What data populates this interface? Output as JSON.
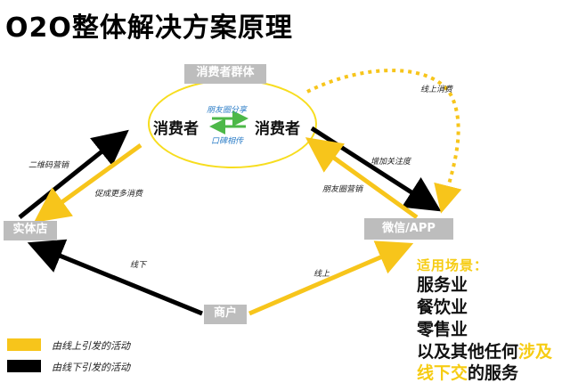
{
  "title": "O2O整体解决方案原理",
  "nodes": {
    "consumer_group": "消费者群体",
    "consumer_left": "消费者",
    "consumer_right": "消费者",
    "physical_store": "实体店",
    "wechat_app": "微信/APP",
    "merchant": "商户"
  },
  "edge_labels": {
    "moments_share": "朋友圈分享",
    "word_of_mouth": "口碑相传",
    "qr_marketing": "二维码营销",
    "promote_spending": "促成更多消费",
    "online_spending": "线上消费",
    "increase_attention": "增加关注度",
    "moments_marketing": "朋友圈营销",
    "offline": "线下",
    "online": "线上"
  },
  "applies": {
    "heading": "适用场景：",
    "items": [
      "服务业",
      "餐饮业",
      "零售业"
    ],
    "line4_a": "以及其他任何",
    "line4_b": "涉及",
    "line5_a": "线下交",
    "line5_b": "的服务"
  },
  "legend": {
    "online": "由线上引发的活动",
    "offline": "由线下引发的活动"
  },
  "colors": {
    "online": "#f7c51b",
    "offline": "#000000",
    "bidirectional": "#4db848",
    "ellipse": "#f7dd1e",
    "box": "#bdbdbd"
  }
}
